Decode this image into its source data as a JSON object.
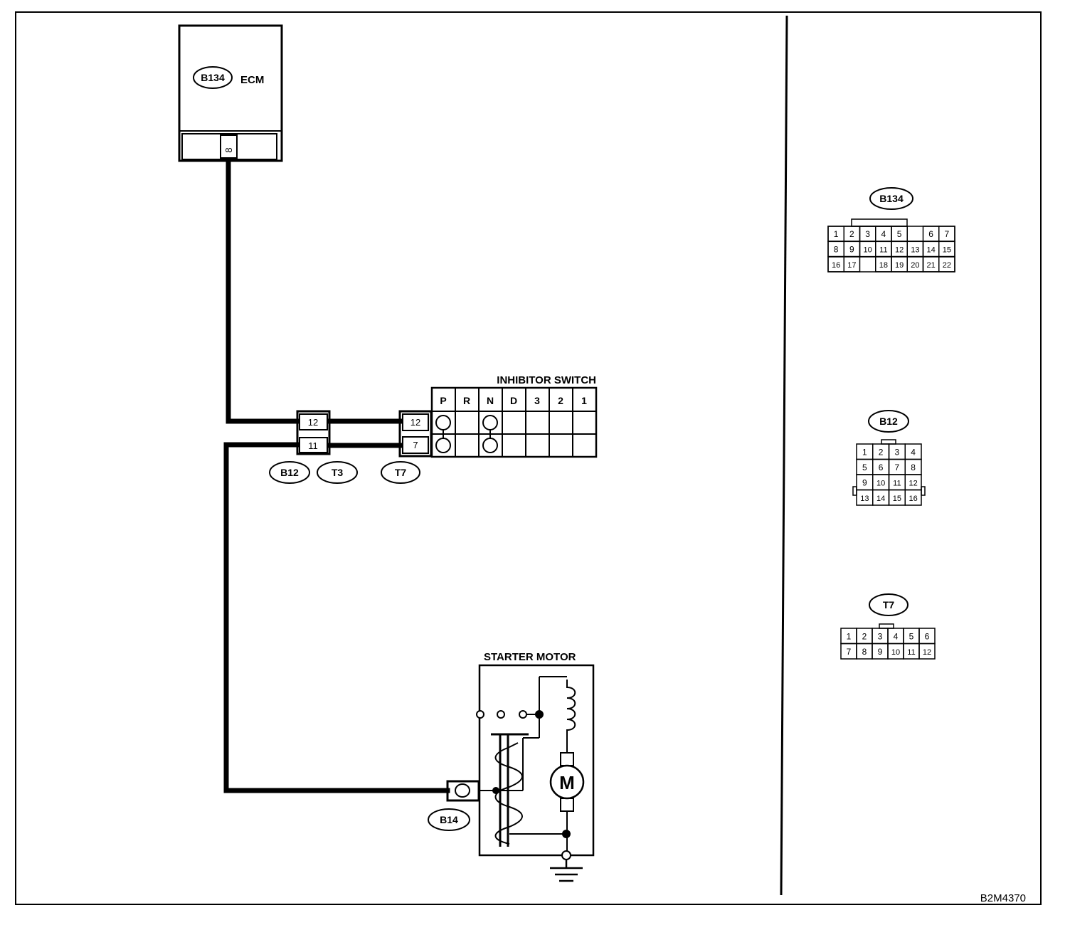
{
  "diagram_code": "B2M4370",
  "ecm": {
    "connector": "B134",
    "label": "ECM",
    "terminal": "8"
  },
  "inhibitor_switch": {
    "label": "INHIBITOR SWITCH",
    "positions": [
      "P",
      "R",
      "N",
      "D",
      "3",
      "2",
      "1"
    ],
    "connector": "T7",
    "terminals": [
      "12",
      "7"
    ]
  },
  "joint": {
    "connectors": [
      "B12",
      "T3"
    ],
    "terminals": [
      "12",
      "11"
    ]
  },
  "starter_motor": {
    "label": "STARTER MOTOR",
    "connector": "B14",
    "motor_symbol": "M"
  },
  "connector_views": {
    "b134": {
      "label": "B134",
      "row1": [
        "1",
        "2",
        "3",
        "4",
        "5",
        "",
        "6",
        "7"
      ],
      "row2": [
        "8",
        "9",
        "10",
        "11",
        "12",
        "13",
        "14",
        "15"
      ],
      "row3": [
        "16",
        "17",
        "",
        "18",
        "19",
        "20",
        "21",
        "22"
      ]
    },
    "b12": {
      "label": "B12",
      "rows": [
        [
          "1",
          "2",
          "3",
          "4"
        ],
        [
          "5",
          "6",
          "7",
          "8"
        ],
        [
          "9",
          "10",
          "11",
          "12"
        ],
        [
          "13",
          "14",
          "15",
          "16"
        ]
      ]
    },
    "t7": {
      "label": "T7",
      "rows": [
        [
          "1",
          "2",
          "3",
          "4",
          "5",
          "6"
        ],
        [
          "7",
          "8",
          "9",
          "10",
          "11",
          "12"
        ]
      ]
    }
  },
  "colors": {
    "line": "#000000",
    "background": "#ffffff"
  }
}
